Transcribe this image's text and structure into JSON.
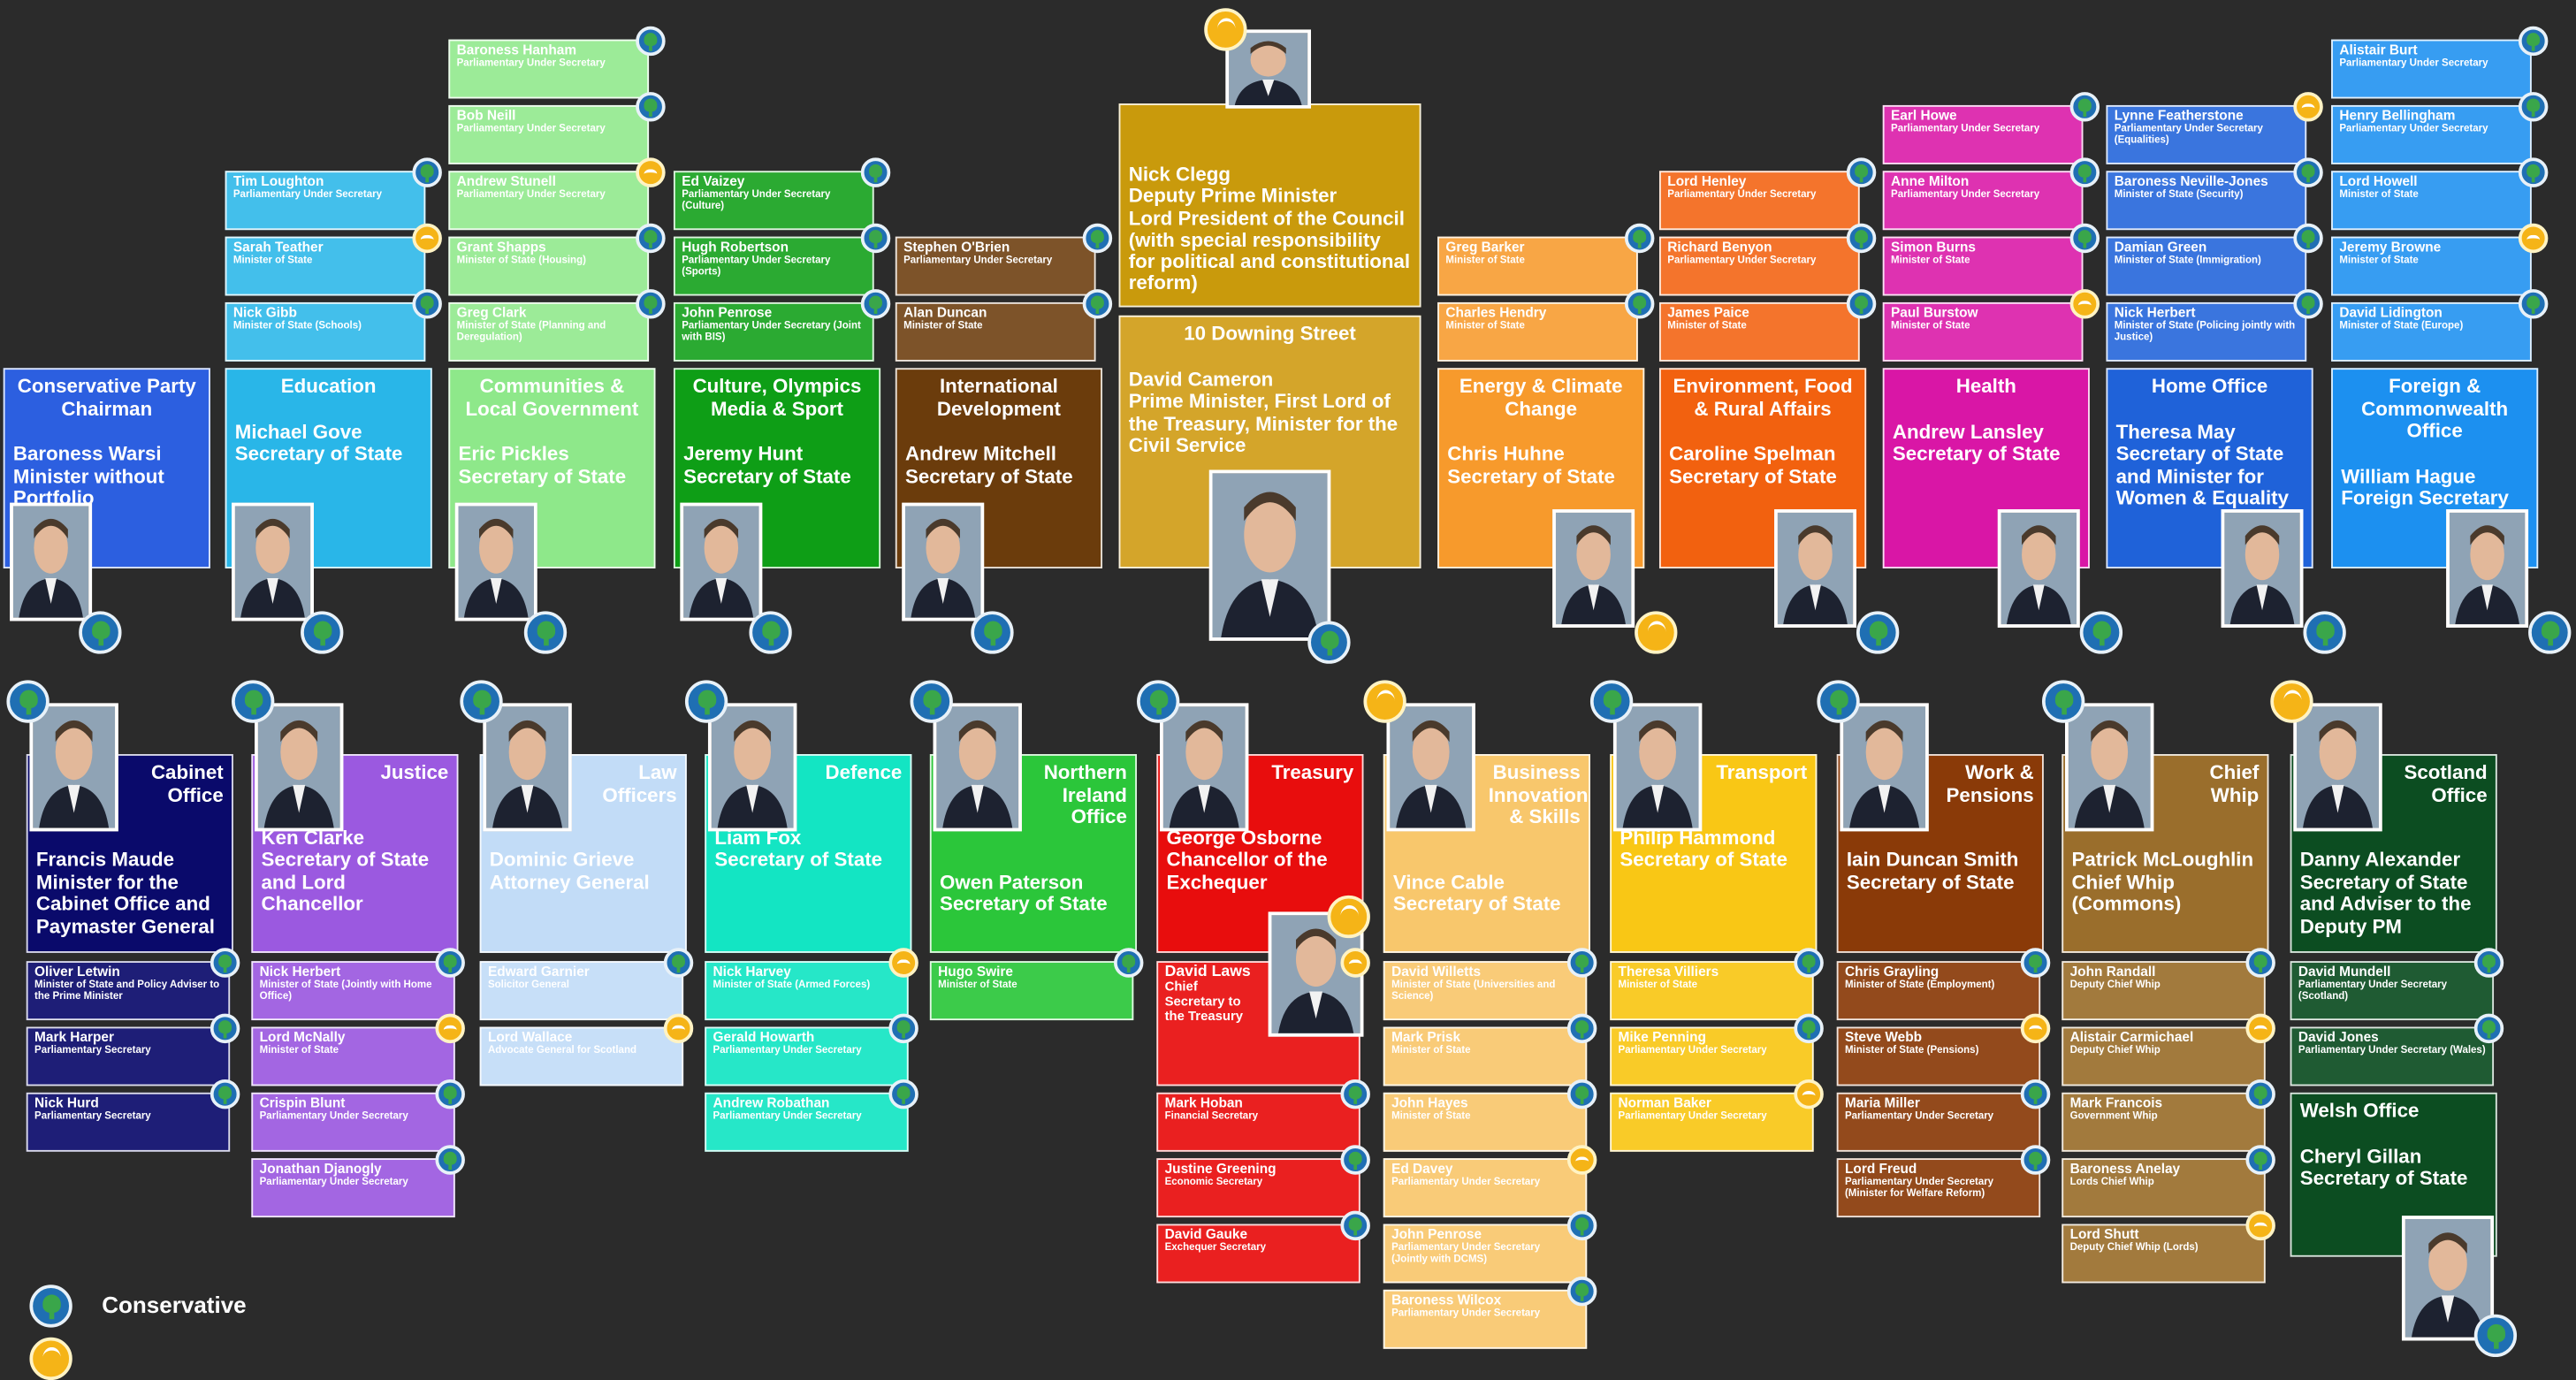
{
  "colors": {
    "background": "#2b2b2b",
    "conservative": "#1f6fb3",
    "liberal_democrat": "#f5b417"
  },
  "legend": {
    "conservative_label": "Conservative"
  },
  "top_departments": [
    {
      "key": "chairman",
      "title": "Conservative Party Chairman",
      "name": "Baroness Warsi\nMinister without Portfolio",
      "color": "#2c5fe0",
      "text": "#fff",
      "party": "conservative",
      "juniors": []
    },
    {
      "key": "education",
      "title": "Education",
      "name": "Michael Gove\nSecretary of State",
      "color": "#29b6e8",
      "text": "#fff",
      "party": "conservative",
      "juniors": [
        {
          "name": "Tim Loughton",
          "role": "Parliamentary Under Secretary",
          "party": "conservative"
        },
        {
          "name": "Sarah Teather",
          "role": "Minister of State",
          "party": "libdem"
        },
        {
          "name": "Nick Gibb",
          "role": "Minister of State (Schools)",
          "party": "conservative"
        }
      ]
    },
    {
      "key": "communities",
      "title": "Communities & Local Government",
      "name": "Eric Pickles\nSecretary of State",
      "color": "#8ee88a",
      "text": "#fff",
      "party": "conservative",
      "juniors": [
        {
          "name": "Baroness Hanham",
          "role": "Parliamentary Under Secretary",
          "party": "conservative"
        },
        {
          "name": "Bob Neill",
          "role": "Parliamentary Under Secretary",
          "party": "conservative"
        },
        {
          "name": "Andrew Stunell",
          "role": "Parliamentary Under Secretary",
          "party": "libdem"
        },
        {
          "name": "Grant Shapps",
          "role": "Minister of State (Housing)",
          "party": "conservative"
        },
        {
          "name": "Greg Clark",
          "role": "Minister of State (Planning and Deregulation)",
          "party": "conservative"
        }
      ]
    },
    {
      "key": "culture",
      "title": "Culture, Olympics Media & Sport",
      "name": "Jeremy Hunt\nSecretary of State",
      "color": "#0e9e16",
      "text": "#fff",
      "party": "conservative",
      "juniors": [
        {
          "name": "Ed Vaizey",
          "role": "Parliamentary Under Secretary (Culture)",
          "party": "conservative"
        },
        {
          "name": "Hugh Robertson",
          "role": "Parliamentary Under Secretary (Sports)",
          "party": "conservative"
        },
        {
          "name": "John Penrose",
          "role": "Parliamentary Under Secretary (Joint with BIS)",
          "party": "conservative"
        }
      ]
    },
    {
      "key": "intl",
      "title": "International Development",
      "name": "Andrew Mitchell\nSecretary of State",
      "color": "#6b3c0c",
      "text": "#fff",
      "party": "conservative",
      "juniors": [
        {
          "name": "Stephen O'Brien",
          "role": "Parliamentary Under Secretary",
          "party": "conservative"
        },
        {
          "name": "Alan Duncan",
          "role": "Minister of State",
          "party": "conservative"
        }
      ]
    },
    {
      "key": "energy",
      "title": "Energy & Climate Change",
      "name": "Chris Huhne\nSecretary of State",
      "color": "#f79a2c",
      "text": "#fff",
      "party": "libdem",
      "juniors": [
        {
          "name": "Greg Barker",
          "role": "Minister of State",
          "party": "conservative"
        },
        {
          "name": "Charles Hendry",
          "role": "Minister of State",
          "party": "conservative"
        }
      ]
    },
    {
      "key": "environment",
      "title": "Environment, Food & Rural Affairs",
      "name": "Caroline Spelman\nSecretary of State",
      "color": "#f2610f",
      "text": "#fff",
      "party": "conservative",
      "juniors": [
        {
          "name": "Lord Henley",
          "role": "Parliamentary Under Secretary",
          "party": "conservative"
        },
        {
          "name": "Richard Benyon",
          "role": "Parliamentary Under Secretary",
          "party": "conservative"
        },
        {
          "name": "James Paice",
          "role": "Minister of State",
          "party": "conservative"
        }
      ]
    },
    {
      "key": "health",
      "title": "Health",
      "name": "Andrew Lansley\nSecretary of State",
      "color": "#d916a6",
      "text": "#fff",
      "party": "conservative",
      "juniors": [
        {
          "name": "Earl Howe",
          "role": "Parliamentary Under Secretary",
          "party": "conservative"
        },
        {
          "name": "Anne Milton",
          "role": "Parliamentary Under Secretary",
          "party": "conservative"
        },
        {
          "name": "Simon Burns",
          "role": "Minister of State",
          "party": "conservative"
        },
        {
          "name": "Paul Burstow",
          "role": "Minister of State",
          "party": "libdem"
        }
      ]
    },
    {
      "key": "home",
      "title": "Home Office",
      "name": "Theresa May\nSecretary of State and Minister for Women & Equality",
      "color": "#1f62d9",
      "text": "#fff",
      "party": "conservative",
      "juniors": [
        {
          "name": "Lynne Featherstone",
          "role": "Parliamentary Under Secretary (Equalities)",
          "party": "libdem"
        },
        {
          "name": "Baroness Neville-Jones",
          "role": "Minister of State (Security)",
          "party": "conservative"
        },
        {
          "name": "Damian Green",
          "role": "Minister of State (Immigration)",
          "party": "conservative"
        },
        {
          "name": "Nick Herbert",
          "role": "Minister of State (Policing jointly with Justice)",
          "party": "conservative"
        }
      ]
    },
    {
      "key": "foreign",
      "title": "Foreign & Commonwealth Office",
      "name": "William Hague\nForeign Secretary",
      "color": "#1c90f0",
      "text": "#fff",
      "party": "conservative",
      "juniors": [
        {
          "name": "Alistair Burt",
          "role": "Parliamentary Under Secretary",
          "party": "conservative"
        },
        {
          "name": "Henry Bellingham",
          "role": "Parliamentary Under Secretary",
          "party": "conservative"
        },
        {
          "name": "Lord Howell",
          "role": "Minister of State",
          "party": "conservative"
        },
        {
          "name": "Jeremy Browne",
          "role": "Minister of State",
          "party": "libdem"
        },
        {
          "name": "David Lidington",
          "role": "Minister of State (Europe)",
          "party": "conservative"
        }
      ]
    }
  ],
  "centre": {
    "clegg": {
      "name": "Nick Clegg",
      "roles": "Deputy Prime Minister\nLord President of the Council (with special responsibility for political and constitutional reform)",
      "party": "libdem"
    },
    "downing": {
      "title": "10 Downing Street",
      "name": "David Cameron",
      "roles": "Prime Minister, First Lord of the Treasury, Minister for the Civil Service",
      "party": "conservative"
    }
  },
  "bottom_departments": [
    {
      "key": "cabinet",
      "title": "Cabinet Office",
      "name": "Francis Maude\nMinister for the Cabinet Office and Paymaster General",
      "color": "#0a0a6b",
      "text": "#fff",
      "party": "conservative",
      "juniors": [
        {
          "name": "Oliver Letwin",
          "role": "Minister of State and Policy Adviser to the Prime Minister",
          "party": "conservative"
        },
        {
          "name": "Mark Harper",
          "role": "Parliamentary Secretary",
          "party": "conservative"
        },
        {
          "name": "Nick Hurd",
          "role": "Parliamentary Secretary",
          "party": "conservative"
        }
      ]
    },
    {
      "key": "justice",
      "title": "Justice",
      "name": "Ken Clarke\nSecretary of State and Lord Chancellor",
      "color": "#9b59e0",
      "text": "#fff",
      "party": "conservative",
      "juniors": [
        {
          "name": "Nick Herbert",
          "role": "Minister of State (Jointly with Home Office)",
          "party": "conservative"
        },
        {
          "name": "Lord McNally",
          "role": "Minister of State",
          "party": "libdem"
        },
        {
          "name": "Crispin Blunt",
          "role": "Parliamentary Under Secretary",
          "party": "conservative"
        },
        {
          "name": "Jonathan Djanogly",
          "role": "Parliamentary Under Secretary",
          "party": "conservative"
        }
      ]
    },
    {
      "key": "law",
      "title": "Law Officers",
      "name": "Dominic Grieve\nAttorney General",
      "color": "#c2dcf7",
      "text": "#fff",
      "party": "conservative",
      "juniors": [
        {
          "name": "Edward Garnier",
          "role": "Solicitor General",
          "party": "conservative"
        },
        {
          "name": "Lord Wallace",
          "role": "Advocate General for Scotland",
          "party": "libdem"
        }
      ]
    },
    {
      "key": "defence",
      "title": "Defence",
      "name": "Liam Fox\nSecretary of State",
      "color": "#13e5c3",
      "text": "#fff",
      "party": "conservative",
      "juniors": [
        {
          "name": "Nick Harvey",
          "role": "Minister of State (Armed Forces)",
          "party": "libdem"
        },
        {
          "name": "Gerald Howarth",
          "role": "Parliamentary Under Secretary",
          "party": "conservative"
        },
        {
          "name": "Andrew Robathan",
          "role": "Parliamentary Under Secretary",
          "party": "conservative"
        }
      ]
    },
    {
      "key": "ni",
      "title": "Northern Ireland Office",
      "name": "Owen Paterson\nSecretary of State",
      "color": "#2bc63a",
      "text": "#fff",
      "party": "conservative",
      "juniors": [
        {
          "name": "Hugo Swire",
          "role": "Minister of State",
          "party": "conservative"
        }
      ]
    },
    {
      "key": "treasury",
      "title": "Treasury",
      "name": "George Osborne\nChancellor of the Exchequer",
      "color": "#e80d0d",
      "text": "#fff",
      "party": "conservative",
      "juniors": [
        {
          "name": "David Laws",
          "role": "Chief Secretary to the Treasury",
          "party": "libdem"
        },
        {
          "name": "Mark Hoban",
          "role": "Financial Secretary",
          "party": "conservative"
        },
        {
          "name": "Justine Greening",
          "role": "Economic Secretary",
          "party": "conservative"
        },
        {
          "name": "David Gauke",
          "role": "Exchequer Secretary",
          "party": "conservative"
        }
      ]
    },
    {
      "key": "bis",
      "title": "Business Innovation & Skills",
      "name": "Vince Cable\nSecretary of State",
      "color": "#f8c76c",
      "text": "#fff",
      "party": "libdem",
      "juniors": [
        {
          "name": "David Willetts",
          "role": "Minister of State (Universities and Science)",
          "party": "conservative"
        },
        {
          "name": "Mark Prisk",
          "role": "Minister of State",
          "party": "conservative"
        },
        {
          "name": "John Hayes",
          "role": "Minister of State",
          "party": "conservative"
        },
        {
          "name": "Ed Davey",
          "role": "Parliamentary Under Secretary",
          "party": "libdem"
        },
        {
          "name": "John Penrose",
          "role": "Parliamentary Under Secretary (Jointly with DCMS)",
          "party": "conservative"
        },
        {
          "name": "Baroness Wilcox",
          "role": "Parliamentary Under Secretary",
          "party": "conservative"
        }
      ]
    },
    {
      "key": "transport",
      "title": "Transport",
      "name": "Philip Hammond\nSecretary of State",
      "color": "#f9c715",
      "text": "#fff",
      "party": "conservative",
      "juniors": [
        {
          "name": "Theresa Villiers",
          "role": "Minister of State",
          "party": "conservative"
        },
        {
          "name": "Mike Penning",
          "role": "Parliamentary Under Secretary",
          "party": "conservative"
        },
        {
          "name": "Norman Baker",
          "role": "Parliamentary Under Secretary",
          "party": "libdem"
        }
      ]
    },
    {
      "key": "work",
      "title": "Work & Pensions",
      "name": "Iain Duncan Smith\nSecretary of State",
      "color": "#8a3a08",
      "text": "#fff",
      "party": "conservative",
      "juniors": [
        {
          "name": "Chris Grayling",
          "role": "Minister of State (Employment)",
          "party": "conservative"
        },
        {
          "name": "Steve Webb",
          "role": "Minister of State (Pensions)",
          "party": "libdem"
        },
        {
          "name": "Maria Miller",
          "role": "Parliamentary Under Secretary",
          "party": "conservative"
        },
        {
          "name": "Lord Freud",
          "role": "Parliamentary Under Secretary (Minister for Welfare Reform)",
          "party": "conservative"
        }
      ]
    },
    {
      "key": "whip",
      "title": "Chief Whip",
      "name": "Patrick McLoughlin\nChief Whip (Commons)",
      "color": "#9a6e2c",
      "text": "#fff",
      "party": "conservative",
      "juniors": [
        {
          "name": "John Randall",
          "role": "Deputy Chief Whip",
          "party": "conservative"
        },
        {
          "name": "Alistair Carmichael",
          "role": "Deputy Chief Whip",
          "party": "libdem"
        },
        {
          "name": "Mark Francois",
          "role": "Government Whip",
          "party": "conservative"
        },
        {
          "name": "Baroness Anelay",
          "role": "Lords Chief Whip",
          "party": "conservative"
        },
        {
          "name": "Lord Shutt",
          "role": "Deputy Chief Whip (Lords)",
          "party": "libdem"
        }
      ]
    },
    {
      "key": "scotland",
      "title": "Scotland Office",
      "name": "Danny Alexander\nSecretary of State and Adviser to the Deputy PM",
      "color": "#0c4d21",
      "text": "#fff",
      "party": "libdem",
      "juniors": [
        {
          "name": "David Mundell",
          "role": "Parliamentary Under Secretary (Scotland)",
          "party": "conservative"
        },
        {
          "name": "David Jones",
          "role": "Parliamentary Under Secretary (Wales)",
          "party": "conservative"
        }
      ],
      "wales": {
        "title": "Welsh Office",
        "name": "Cheryl Gillan\nSecretary of State",
        "party": "conservative"
      }
    }
  ]
}
